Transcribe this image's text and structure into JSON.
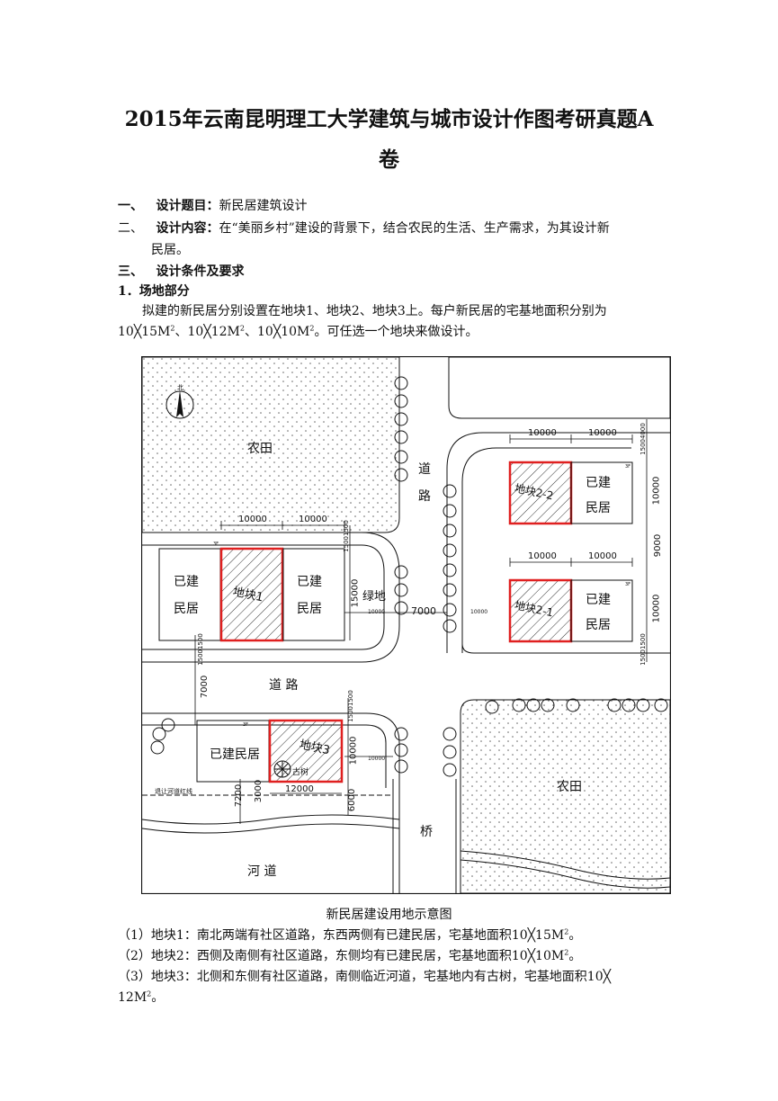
{
  "doc": {
    "title_line1": "2015年云南昆明理工大学建筑与城市设计作图考研真题A",
    "title_line2": "卷",
    "s1_num": "一、",
    "s1_label": "设计题目：",
    "s1_text": "新民居建筑设计",
    "s2_num": "二、",
    "s2_label": "设计内容：",
    "s2_text1": "在“美丽乡村”建设的背景下，结合农民的生活、生产需求，为其设计新",
    "s2_text2": "民居。",
    "s3_num": "三、",
    "s3_label": "设计条件及要求",
    "sub1": "1．场地部分",
    "p1_line1": "拟建的新民居分别设置在地块1、地块2、地块3上。每户新民居的宅基地面积分别为",
    "p1_line2a": "10╳15M",
    "p1_line2b": "、10╳12M",
    "p1_line2c": "、10╳10M",
    "p1_line2d": "。可任选一个地块来做设计。",
    "sq": "2",
    "caption": "新民居建设用地示意图",
    "item1a": "（1）地块1：南北两端有社区道路，东西两侧有已建民居，宅基地面积10╳15M",
    "item1b": "。",
    "item2a": "（2）地块2：西侧及南侧有社区道路，东侧均有已建民居，宅基地面积10╳10M",
    "item2b": "。",
    "item3": "（3）地块3：北侧和东侧有社区道路，南侧临近河道，宅基地内有古树，宅基地面积10╳",
    "item3b": "12M",
    "item3c": "。"
  },
  "map": {
    "farmland": "农田",
    "road": "道 路",
    "road_v1": "道",
    "road_v2": "路",
    "bridge": "桥",
    "river": "河 道",
    "green": "绿地",
    "ancient_tree": "古树",
    "setback": "退让河道红线",
    "built1": "已建",
    "built2": "民居",
    "built_full": "已建民居",
    "plot1": "地块1",
    "plot21": "地块2-1",
    "plot22": "地块2-2",
    "plot3": "地块3",
    "north": "北",
    "floors": "3F",
    "d10000": "10000",
    "d12000": "12000",
    "d15000": "15000",
    "d9000": "9000",
    "d7000": "7000",
    "d7200": "7200",
    "d6000": "6000",
    "d3000": "3000",
    "d1500": "1500",
    "d1500x2": "15001500",
    "d4000": "15004000",
    "colors": {
      "plot_outline": "#e02020",
      "line": "#111111"
    }
  }
}
